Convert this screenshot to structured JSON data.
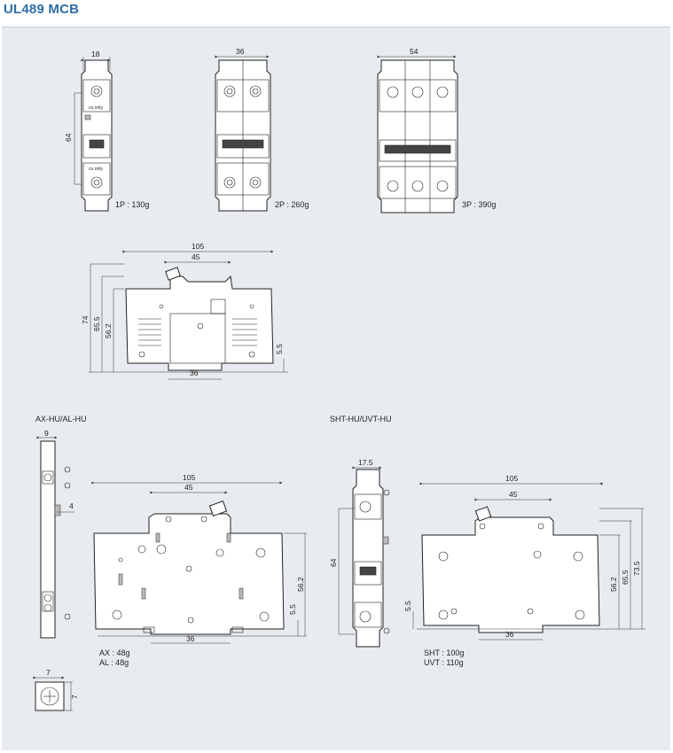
{
  "title": "UL489 MCB",
  "front_views": [
    {
      "width_label": "18",
      "height_label": "64",
      "caption": "1P : 130g",
      "poles": 1
    },
    {
      "width_label": "36",
      "caption": "2P : 260g",
      "poles": 2
    },
    {
      "width_label": "54",
      "caption": "3P : 390g",
      "poles": 3
    }
  ],
  "terminal_label": "cu only",
  "side_view": {
    "d105": "105",
    "d45": "45",
    "d74": "74",
    "d65_5": "65.5",
    "d56_2": "56.2",
    "d5_5": "5.5",
    "d36": "36"
  },
  "aux": {
    "heading": "AX-HU/AL-HU",
    "d9": "9",
    "d4": "4",
    "d105": "105",
    "d45": "45",
    "d56_2": "56.2",
    "d5_5": "5.5",
    "d36": "36",
    "weight_ax": "AX : 48g",
    "weight_al": "AL : 48g"
  },
  "shunt": {
    "heading": "SHT-HU/UVT-HU",
    "d17_5": "17.5",
    "d64": "64",
    "d5_5": "5.5",
    "d105": "105",
    "d45": "45",
    "d56_2": "56.2",
    "d65_5": "65.5",
    "d73_5": "73.5",
    "d36": "36",
    "weight_sht": "SHT : 100g",
    "weight_uvt": "UVT : 110g"
  },
  "small_box": {
    "w": "7",
    "h": "7"
  }
}
